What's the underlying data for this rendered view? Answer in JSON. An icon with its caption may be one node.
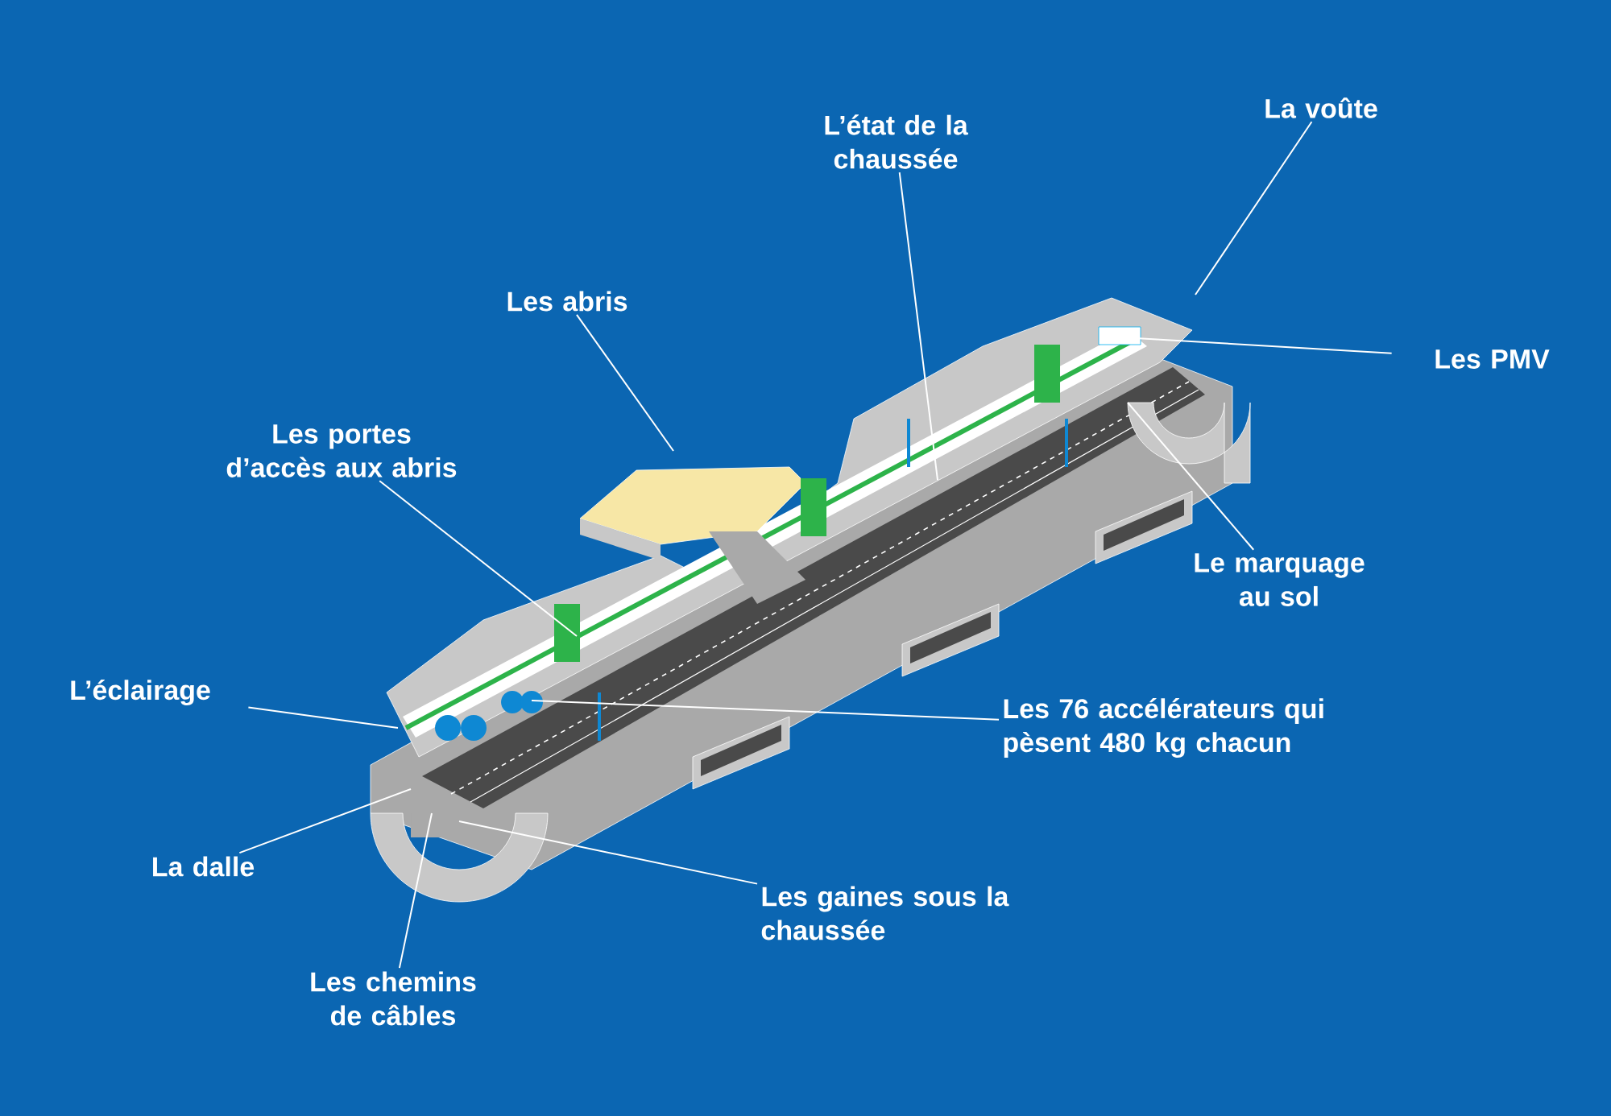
{
  "diagram": {
    "nodes": [
      {
        "text": [
          "La voûte"
        ]
      },
      {
        "text": [
          "L’état de la chaussée"
        ]
      },
      {
        "text": [
          "Les abris"
        ]
      },
      {
        "text": [
          "Les PMV"
        ]
      },
      {
        "text": [
          "Les portes d’accès aux abris"
        ]
      },
      {
        "text": [
          "Le marquage au sol"
        ]
      },
      {
        "text": [
          "L’éclairage"
        ]
      },
      {
        "text": [
          "Les 76 accélérateurs qui pèsent 480 kg chacun"
        ]
      },
      {
        "text": [
          "La dalle"
        ]
      },
      {
        "text": [
          "Les gaines sous la chaussée"
        ]
      },
      {
        "text": [
          "Les chemins de câbles"
        ]
      }
    ],
    "edges": [
      {
        "from": 0,
        "to": null,
        "arrow": "none"
      },
      {
        "from": 1,
        "to": null,
        "arrow": "none"
      },
      {
        "from": 2,
        "to": null,
        "arrow": "none"
      },
      {
        "from": 3,
        "to": null,
        "arrow": "none"
      },
      {
        "from": 4,
        "to": null,
        "arrow": "none"
      },
      {
        "from": 5,
        "to": null,
        "arrow": "none"
      },
      {
        "from": 6,
        "to": null,
        "arrow": "none"
      },
      {
        "from": 7,
        "to": null,
        "arrow": "none"
      },
      {
        "from": 8,
        "to": null,
        "arrow": "none"
      },
      {
        "from": 9,
        "to": null,
        "arrow": "none"
      },
      {
        "from": 10,
        "to": null,
        "arrow": "none"
      }
    ]
  }
}
